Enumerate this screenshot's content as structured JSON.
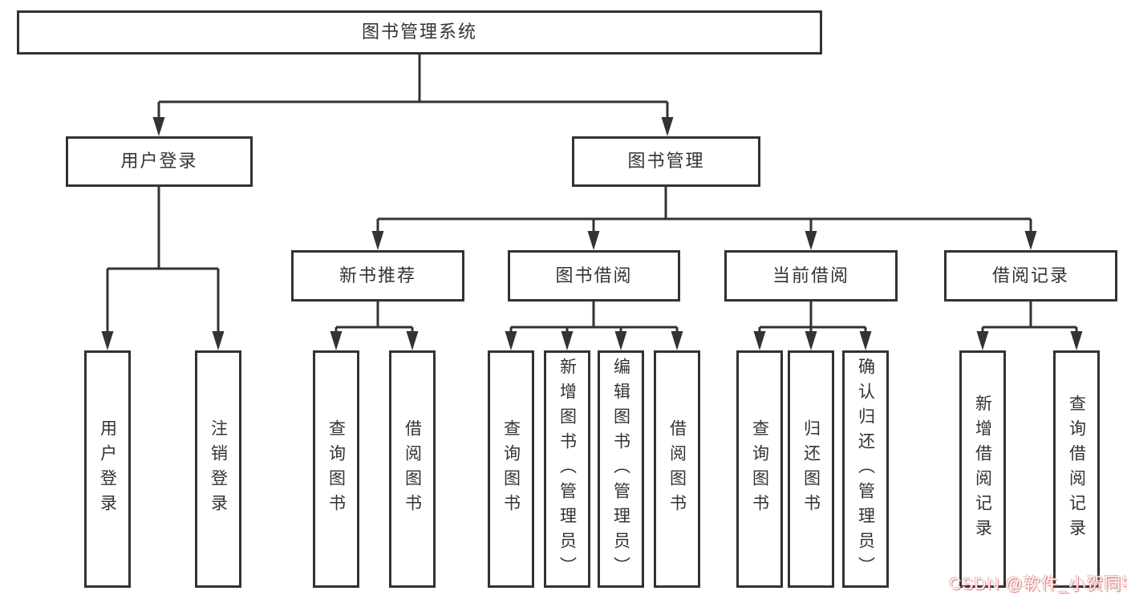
{
  "tree": {
    "root": {
      "label": "图书管理系统"
    },
    "children": [
      {
        "label": "用户登录",
        "children": [
          {
            "label": "用户登录"
          },
          {
            "label": "注销登录"
          }
        ]
      },
      {
        "label": "图书管理",
        "children": [
          {
            "label": "新书推荐",
            "children": [
              {
                "label": "查询图书"
              },
              {
                "label": "借阅图书"
              }
            ]
          },
          {
            "label": "图书借阅",
            "children": [
              {
                "label": "查询图书"
              },
              {
                "label": "新增图书（管理员）"
              },
              {
                "label": "编辑图书（管理员）"
              },
              {
                "label": "借阅图书"
              }
            ]
          },
          {
            "label": "当前借阅",
            "children": [
              {
                "label": "查询图书"
              },
              {
                "label": "归还图书"
              },
              {
                "label": "确认归还（管理员）"
              }
            ]
          },
          {
            "label": "借阅记录",
            "children": [
              {
                "label": "新增借阅记录"
              },
              {
                "label": "查询借阅记录"
              }
            ]
          }
        ]
      }
    ]
  },
  "watermark": {
    "text": "CSDN @软件_小贺同学"
  },
  "colors": {
    "line": "#333333",
    "box_border": "#323232",
    "text": "#333333",
    "watermark_red": "#e96464",
    "background": "#ffffff"
  }
}
